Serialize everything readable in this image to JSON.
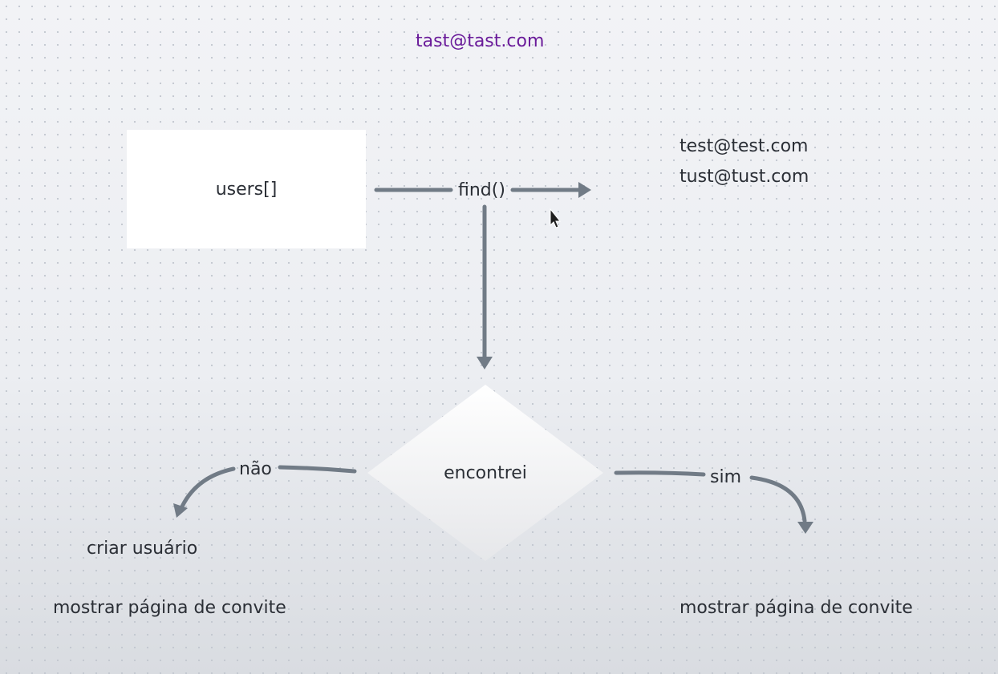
{
  "top_email": "tast@tast.com",
  "accent_color": "#6a1b9a",
  "source_box": {
    "label": "users[]"
  },
  "find_label": "find()",
  "emails": [
    "test@test.com",
    "tust@tust.com"
  ],
  "decision": {
    "label": "encontrei"
  },
  "no_branch": {
    "edge_label": "não",
    "actions": [
      "criar usuário",
      "mostrar página de convite"
    ]
  },
  "yes_branch": {
    "edge_label": "sim",
    "actions": [
      "mostrar página de convite"
    ]
  },
  "arrow_color": "#717b86"
}
